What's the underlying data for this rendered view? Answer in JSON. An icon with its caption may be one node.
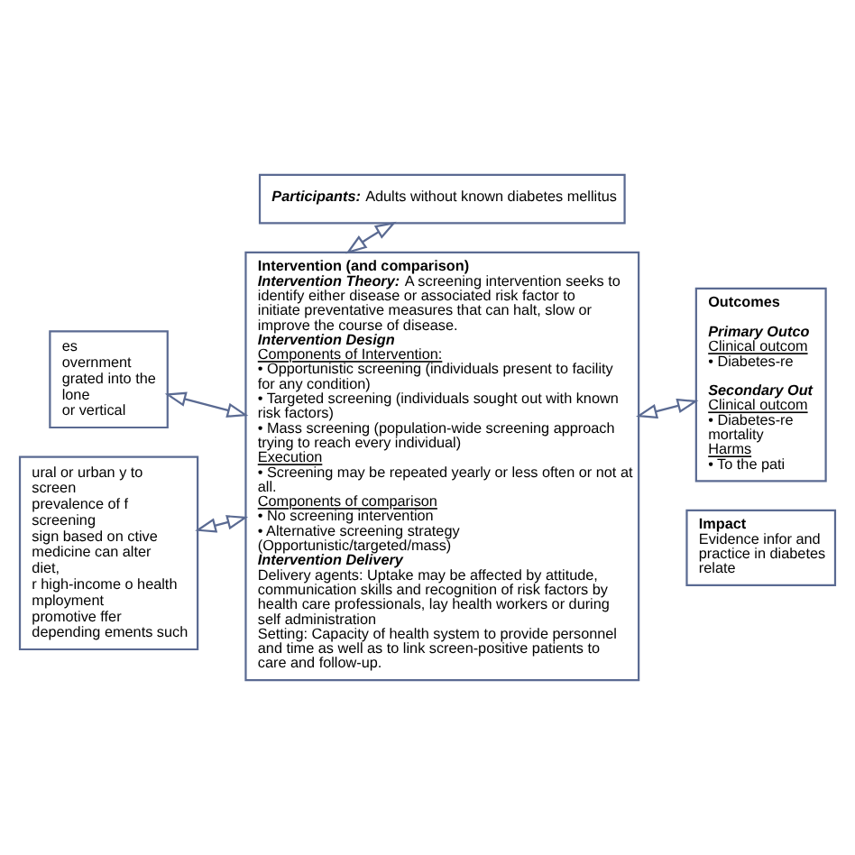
{
  "diagram": {
    "nodes": [
      {
        "text": [
          "**Participants:** Adults without known diabetes mellitus"
        ]
      },
      {
        "text": [
          "es",
          "overnment",
          "grated into the",
          "lone",
          "or vertical"
        ]
      },
      {
        "text": [
          "Intervention (and comparison)",
          "**Intervention Theory:** A screening intervention seeks to identify either disease or associated risk factor to initiate preventative measures that can halt, slow or improve the course of disease.",
          "Intervention Design",
          "Components of Intervention:",
          "• Opportunistic screening (individuals present to facility for any condition)",
          "• Targeted screening (individuals sought out with known risk factors)",
          "• Mass screening (population-wide screening approach trying to reach every individual)",
          "Execution",
          "• Screening may be repeated yearly or less often or not at all.",
          "Components of comparison",
          "• No screening intervention",
          "• Alternative screening strategy (Opportunistic/targeted/mass)",
          "Intervention Delivery",
          "Delivery agents: Uptake may be affected by attitude, communication skills and recognition of risk factors by health care professionals, lay health workers or during self administration",
          "Setting: Capacity of health system to provide personnel and time as well as to link screen-positive patients to care and follow-up."
        ]
      },
      {
        "text": [
          "Outcomes",
          "Primary Outco",
          "Clinical outcom",
          "• Diabetes-re",
          "Secondary Out",
          "Clinical outcom",
          "• Diabetes-re mortality",
          "Harms",
          "• To the pati"
        ]
      },
      {
        "text": [
          "ural or urban y to screen",
          "prevalence of f screening",
          "sign based on ctive medicine can alter diet,",
          "r high-income o health mployment",
          "promotive ffer depending ements such"
        ]
      },
      {
        "text": [
          "Impact",
          "Evidence infor and practice in diabetes relate"
        ]
      }
    ],
    "edges": [
      {
        "from": 1,
        "to": 2,
        "arrow": "both"
      },
      {
        "from": 0,
        "to": 2,
        "arrow": "both"
      },
      {
        "from": 4,
        "to": 2,
        "arrow": "both"
      },
      {
        "from": 2,
        "to": 3,
        "arrow": "both"
      }
    ]
  }
}
